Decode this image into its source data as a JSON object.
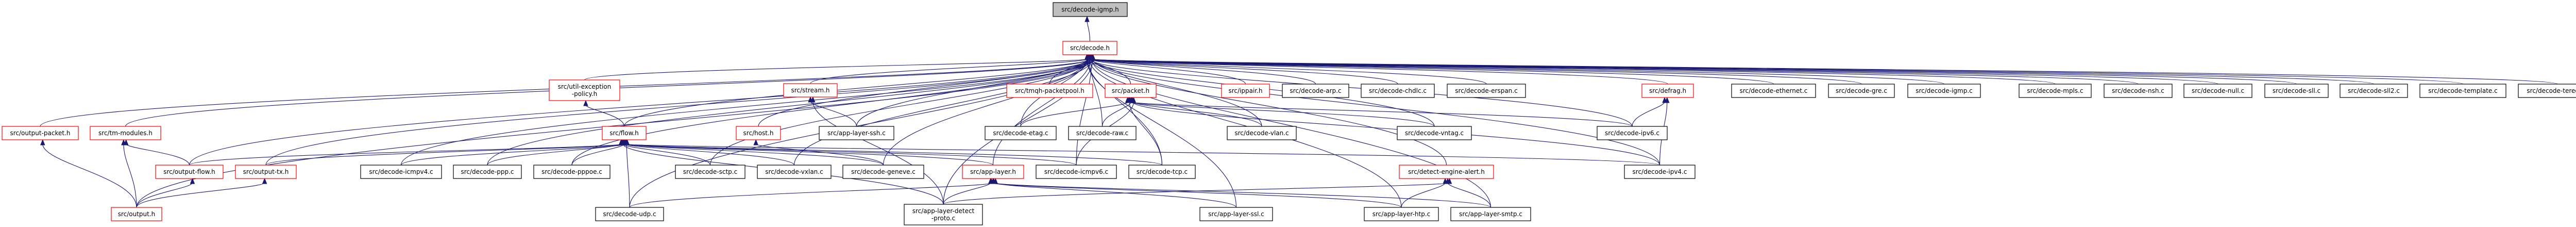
{
  "title": "src/decode-igmp.h",
  "colors": {
    "edge": "#191970",
    "root_fill": "#bfbfbf",
    "root_border": "#000000",
    "header_border": "#ff0000",
    "source_border": "#000000",
    "node_fill": "#ffffff"
  },
  "nodes": [
    {
      "id": "decode-igmp-h",
      "label": [
        "src/decode-igmp.h"
      ],
      "kind": "root"
    },
    {
      "id": "decode-h",
      "label": [
        "src/decode.h"
      ],
      "kind": "header"
    },
    {
      "id": "output-packet-h",
      "label": [
        "src/output-packet.h"
      ],
      "kind": "header"
    },
    {
      "id": "tm-modules-h",
      "label": [
        "src/tm-modules.h"
      ],
      "kind": "header"
    },
    {
      "id": "output-flow-h",
      "label": [
        "src/output-flow.h"
      ],
      "kind": "header"
    },
    {
      "id": "output-tx-h",
      "label": [
        "src/output-tx.h"
      ],
      "kind": "header"
    },
    {
      "id": "output-h",
      "label": [
        "src/output.h"
      ],
      "kind": "header"
    },
    {
      "id": "util-exception-policy-h",
      "label": [
        "src/util-exception",
        "-policy.h"
      ],
      "kind": "header"
    },
    {
      "id": "flow-h",
      "label": [
        "src/flow.h"
      ],
      "kind": "header"
    },
    {
      "id": "host-h",
      "label": [
        "src/host.h"
      ],
      "kind": "header"
    },
    {
      "id": "stream-h",
      "label": [
        "src/stream.h"
      ],
      "kind": "header"
    },
    {
      "id": "app-layer-h",
      "label": [
        "src/app-layer.h"
      ],
      "kind": "header"
    },
    {
      "id": "tmqh-packetpool-h",
      "label": [
        "src/tmqh-packetpool.h"
      ],
      "kind": "header"
    },
    {
      "id": "packet-h",
      "label": [
        "src/packet.h"
      ],
      "kind": "header"
    },
    {
      "id": "ippair-h",
      "label": [
        "src/ippair.h"
      ],
      "kind": "header"
    },
    {
      "id": "defrag-h",
      "label": [
        "src/defrag.h"
      ],
      "kind": "header"
    },
    {
      "id": "detect-engine-alert-h",
      "label": [
        "src/detect-engine-alert.h"
      ],
      "kind": "header"
    },
    {
      "id": "decode-icmpv4-c",
      "label": [
        "src/decode-icmpv4.c"
      ],
      "kind": "source"
    },
    {
      "id": "decode-ppp-c",
      "label": [
        "src/decode-ppp.c"
      ],
      "kind": "source"
    },
    {
      "id": "decode-pppoe-c",
      "label": [
        "src/decode-pppoe.c"
      ],
      "kind": "source"
    },
    {
      "id": "decode-udp-c",
      "label": [
        "src/decode-udp.c"
      ],
      "kind": "source"
    },
    {
      "id": "decode-sctp-c",
      "label": [
        "src/decode-sctp.c"
      ],
      "kind": "source"
    },
    {
      "id": "decode-vxlan-c",
      "label": [
        "src/decode-vxlan.c"
      ],
      "kind": "source"
    },
    {
      "id": "decode-geneve-c",
      "label": [
        "src/decode-geneve.c"
      ],
      "kind": "source"
    },
    {
      "id": "app-layer-ssh-c",
      "label": [
        "src/app-layer-ssh.c"
      ],
      "kind": "source"
    },
    {
      "id": "app-layer-detect-proto-c",
      "label": [
        "src/app-layer-detect",
        "-proto.c"
      ],
      "kind": "source"
    },
    {
      "id": "decode-etag-c",
      "label": [
        "src/decode-etag.c"
      ],
      "kind": "source"
    },
    {
      "id": "decode-raw-c",
      "label": [
        "src/decode-raw.c"
      ],
      "kind": "source"
    },
    {
      "id": "decode-icmpv6-c",
      "label": [
        "src/decode-icmpv6.c"
      ],
      "kind": "source"
    },
    {
      "id": "decode-tcp-c",
      "label": [
        "src/decode-tcp.c"
      ],
      "kind": "source"
    },
    {
      "id": "decode-arp-c",
      "label": [
        "src/decode-arp.c"
      ],
      "kind": "source"
    },
    {
      "id": "decode-chdlc-c",
      "label": [
        "src/decode-chdlc.c"
      ],
      "kind": "source"
    },
    {
      "id": "decode-erspan-c",
      "label": [
        "src/decode-erspan.c"
      ],
      "kind": "source"
    },
    {
      "id": "decode-vlan-c",
      "label": [
        "src/decode-vlan.c"
      ],
      "kind": "source"
    },
    {
      "id": "decode-vntag-c",
      "label": [
        "src/decode-vntag.c"
      ],
      "kind": "source"
    },
    {
      "id": "app-layer-ssl-c",
      "label": [
        "src/app-layer-ssl.c"
      ],
      "kind": "source"
    },
    {
      "id": "app-layer-htp-c",
      "label": [
        "src/app-layer-htp.c"
      ],
      "kind": "source"
    },
    {
      "id": "app-layer-smtp-c",
      "label": [
        "src/app-layer-smtp.c"
      ],
      "kind": "source"
    },
    {
      "id": "decode-ipv6-c",
      "label": [
        "src/decode-ipv6.c"
      ],
      "kind": "source"
    },
    {
      "id": "decode-ipv4-c",
      "label": [
        "src/decode-ipv4.c"
      ],
      "kind": "source"
    },
    {
      "id": "decode-ethernet-c",
      "label": [
        "src/decode-ethernet.c"
      ],
      "kind": "source"
    },
    {
      "id": "decode-gre-c",
      "label": [
        "src/decode-gre.c"
      ],
      "kind": "source"
    },
    {
      "id": "decode-igmp-c",
      "label": [
        "src/decode-igmp.c"
      ],
      "kind": "source"
    },
    {
      "id": "decode-mpls-c",
      "label": [
        "src/decode-mpls.c"
      ],
      "kind": "source"
    },
    {
      "id": "decode-nsh-c",
      "label": [
        "src/decode-nsh.c"
      ],
      "kind": "source"
    },
    {
      "id": "decode-null-c",
      "label": [
        "src/decode-null.c"
      ],
      "kind": "source"
    },
    {
      "id": "decode-sll-c",
      "label": [
        "src/decode-sll.c"
      ],
      "kind": "source"
    },
    {
      "id": "decode-sll2-c",
      "label": [
        "src/decode-sll2.c"
      ],
      "kind": "source"
    },
    {
      "id": "decode-template-c",
      "label": [
        "src/decode-template.c"
      ],
      "kind": "source"
    },
    {
      "id": "decode-teredo-c",
      "label": [
        "src/decode-teredo.c"
      ],
      "kind": "source"
    }
  ],
  "edges": [
    [
      "decode-h",
      "decode-igmp-h"
    ],
    [
      "output-packet-h",
      "decode-h"
    ],
    [
      "tm-modules-h",
      "decode-h"
    ],
    [
      "output-flow-h",
      "decode-h"
    ],
    [
      "output-tx-h",
      "decode-h"
    ],
    [
      "output-h",
      "decode-h"
    ],
    [
      "util-exception-policy-h",
      "decode-h"
    ],
    [
      "flow-h",
      "decode-h"
    ],
    [
      "decode-icmpv4-c",
      "decode-h"
    ],
    [
      "decode-ppp-c",
      "decode-h"
    ],
    [
      "decode-pppoe-c",
      "decode-h"
    ],
    [
      "decode-udp-c",
      "decode-h"
    ],
    [
      "decode-sctp-c",
      "decode-h"
    ],
    [
      "host-h",
      "decode-h"
    ],
    [
      "stream-h",
      "decode-h"
    ],
    [
      "app-layer-ssh-c",
      "decode-h"
    ],
    [
      "decode-vxlan-c",
      "decode-h"
    ],
    [
      "decode-geneve-c",
      "decode-h"
    ],
    [
      "app-layer-h",
      "decode-h"
    ],
    [
      "app-layer-detect-proto-c",
      "decode-h"
    ],
    [
      "tmqh-packetpool-h",
      "decode-h"
    ],
    [
      "packet-h",
      "decode-h"
    ],
    [
      "decode-etag-c",
      "decode-h"
    ],
    [
      "decode-raw-c",
      "decode-h"
    ],
    [
      "decode-icmpv6-c",
      "decode-h"
    ],
    [
      "decode-tcp-c",
      "decode-h"
    ],
    [
      "ippair-h",
      "decode-h"
    ],
    [
      "decode-arp-c",
      "decode-h"
    ],
    [
      "decode-chdlc-c",
      "decode-h"
    ],
    [
      "decode-erspan-c",
      "decode-h"
    ],
    [
      "decode-vlan-c",
      "decode-h"
    ],
    [
      "decode-vntag-c",
      "decode-h"
    ],
    [
      "detect-engine-alert-h",
      "decode-h"
    ],
    [
      "app-layer-ssl-c",
      "decode-h"
    ],
    [
      "app-layer-htp-c",
      "decode-h"
    ],
    [
      "app-layer-smtp-c",
      "decode-h"
    ],
    [
      "defrag-h",
      "decode-h"
    ],
    [
      "decode-ipv6-c",
      "decode-h"
    ],
    [
      "decode-ipv4-c",
      "decode-h"
    ],
    [
      "decode-ethernet-c",
      "decode-h"
    ],
    [
      "decode-gre-c",
      "decode-h"
    ],
    [
      "decode-igmp-c",
      "decode-h"
    ],
    [
      "decode-mpls-c",
      "decode-h"
    ],
    [
      "decode-nsh-c",
      "decode-h"
    ],
    [
      "decode-null-c",
      "decode-h"
    ],
    [
      "decode-sll-c",
      "decode-h"
    ],
    [
      "decode-sll2-c",
      "decode-h"
    ],
    [
      "decode-template-c",
      "decode-h"
    ],
    [
      "decode-teredo-c",
      "decode-h"
    ],
    [
      "output-h",
      "output-packet-h"
    ],
    [
      "output-h",
      "tm-modules-h"
    ],
    [
      "output-flow-h",
      "tm-modules-h"
    ],
    [
      "output-h",
      "output-flow-h"
    ],
    [
      "output-h",
      "output-tx-h"
    ],
    [
      "flow-h",
      "util-exception-policy-h"
    ],
    [
      "output-flow-h",
      "flow-h"
    ],
    [
      "output-tx-h",
      "flow-h"
    ],
    [
      "decode-icmpv4-c",
      "flow-h"
    ],
    [
      "decode-ppp-c",
      "flow-h"
    ],
    [
      "decode-pppoe-c",
      "flow-h"
    ],
    [
      "decode-udp-c",
      "flow-h"
    ],
    [
      "decode-sctp-c",
      "flow-h"
    ],
    [
      "decode-vxlan-c",
      "flow-h"
    ],
    [
      "decode-geneve-c",
      "flow-h"
    ],
    [
      "app-layer-detect-proto-c",
      "flow-h"
    ],
    [
      "app-layer-h",
      "flow-h"
    ],
    [
      "decode-icmpv6-c",
      "flow-h"
    ],
    [
      "decode-tcp-c",
      "flow-h"
    ],
    [
      "decode-ipv4-c",
      "flow-h"
    ],
    [
      "decode-geneve-c",
      "host-h"
    ],
    [
      "app-layer-ssh-c",
      "stream-h"
    ],
    [
      "app-layer-detect-proto-c",
      "stream-h"
    ],
    [
      "decode-etag-c",
      "packet-h"
    ],
    [
      "decode-raw-c",
      "packet-h"
    ],
    [
      "decode-icmpv6-c",
      "packet-h"
    ],
    [
      "decode-tcp-c",
      "packet-h"
    ],
    [
      "decode-vlan-c",
      "packet-h"
    ],
    [
      "decode-vntag-c",
      "packet-h"
    ],
    [
      "decode-ipv6-c",
      "packet-h"
    ],
    [
      "decode-ipv4-c",
      "packet-h"
    ],
    [
      "app-layer-detect-proto-c",
      "app-layer-h"
    ],
    [
      "decode-udp-c",
      "app-layer-h"
    ],
    [
      "app-layer-ssl-c",
      "app-layer-h"
    ],
    [
      "app-layer-htp-c",
      "app-layer-h"
    ],
    [
      "app-layer-smtp-c",
      "app-layer-h"
    ],
    [
      "app-layer-detect-proto-c",
      "detect-engine-alert-h"
    ],
    [
      "app-layer-htp-c",
      "detect-engine-alert-h"
    ],
    [
      "app-layer-smtp-c",
      "detect-engine-alert-h"
    ],
    [
      "decode-ipv6-c",
      "defrag-h"
    ],
    [
      "decode-ipv4-c",
      "defrag-h"
    ]
  ]
}
